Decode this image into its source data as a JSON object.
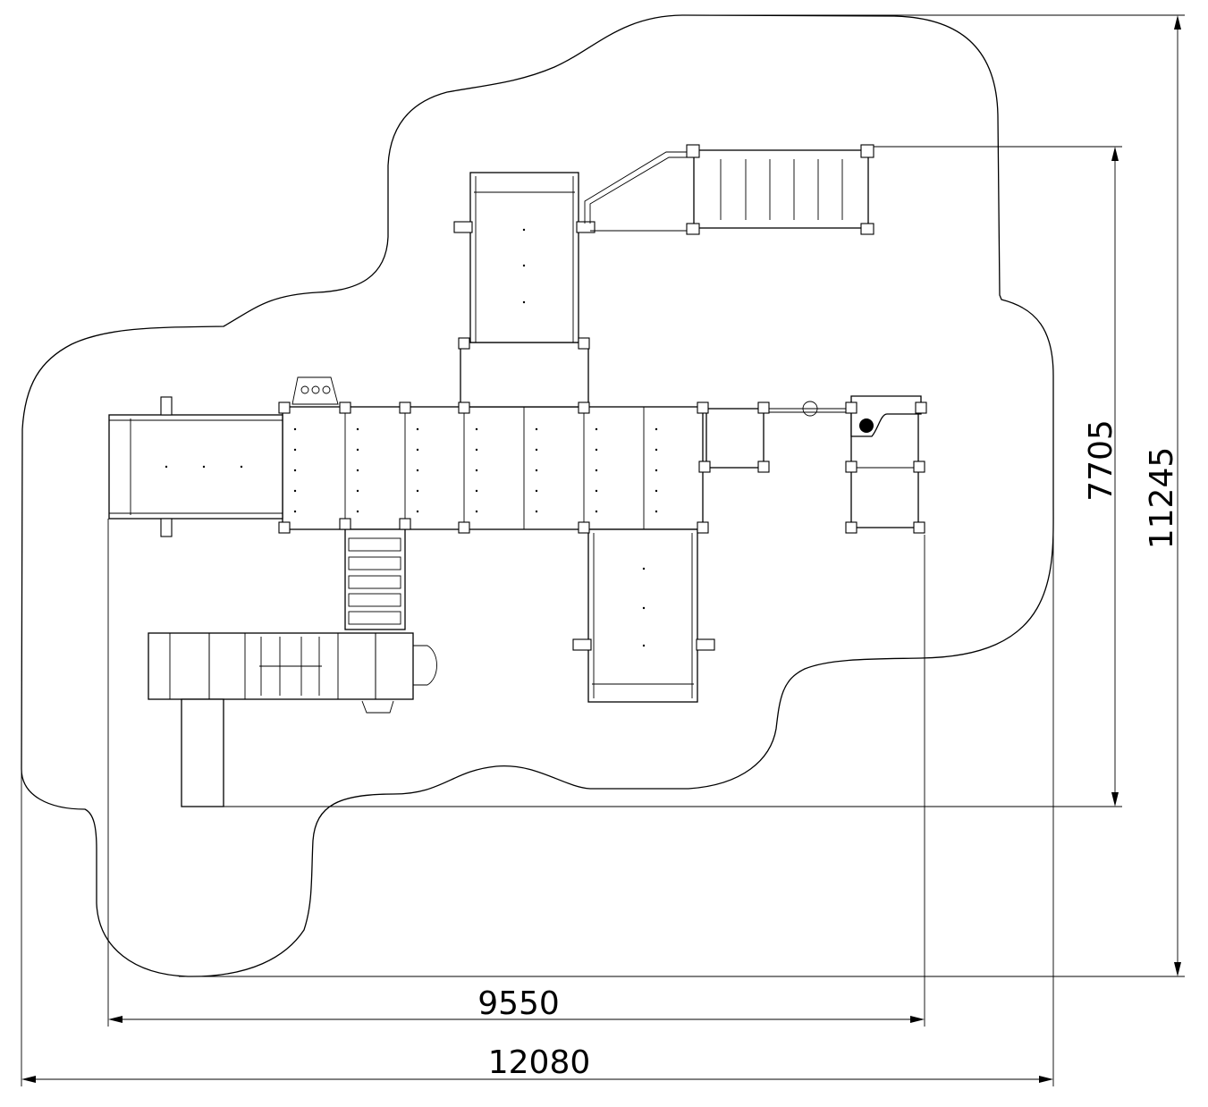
{
  "dimensions": {
    "inner_width": "9550",
    "outer_width": "12080",
    "inner_height": "7705",
    "outer_height": "11245"
  },
  "colors": {
    "line": "#000000",
    "background": "#ffffff"
  }
}
